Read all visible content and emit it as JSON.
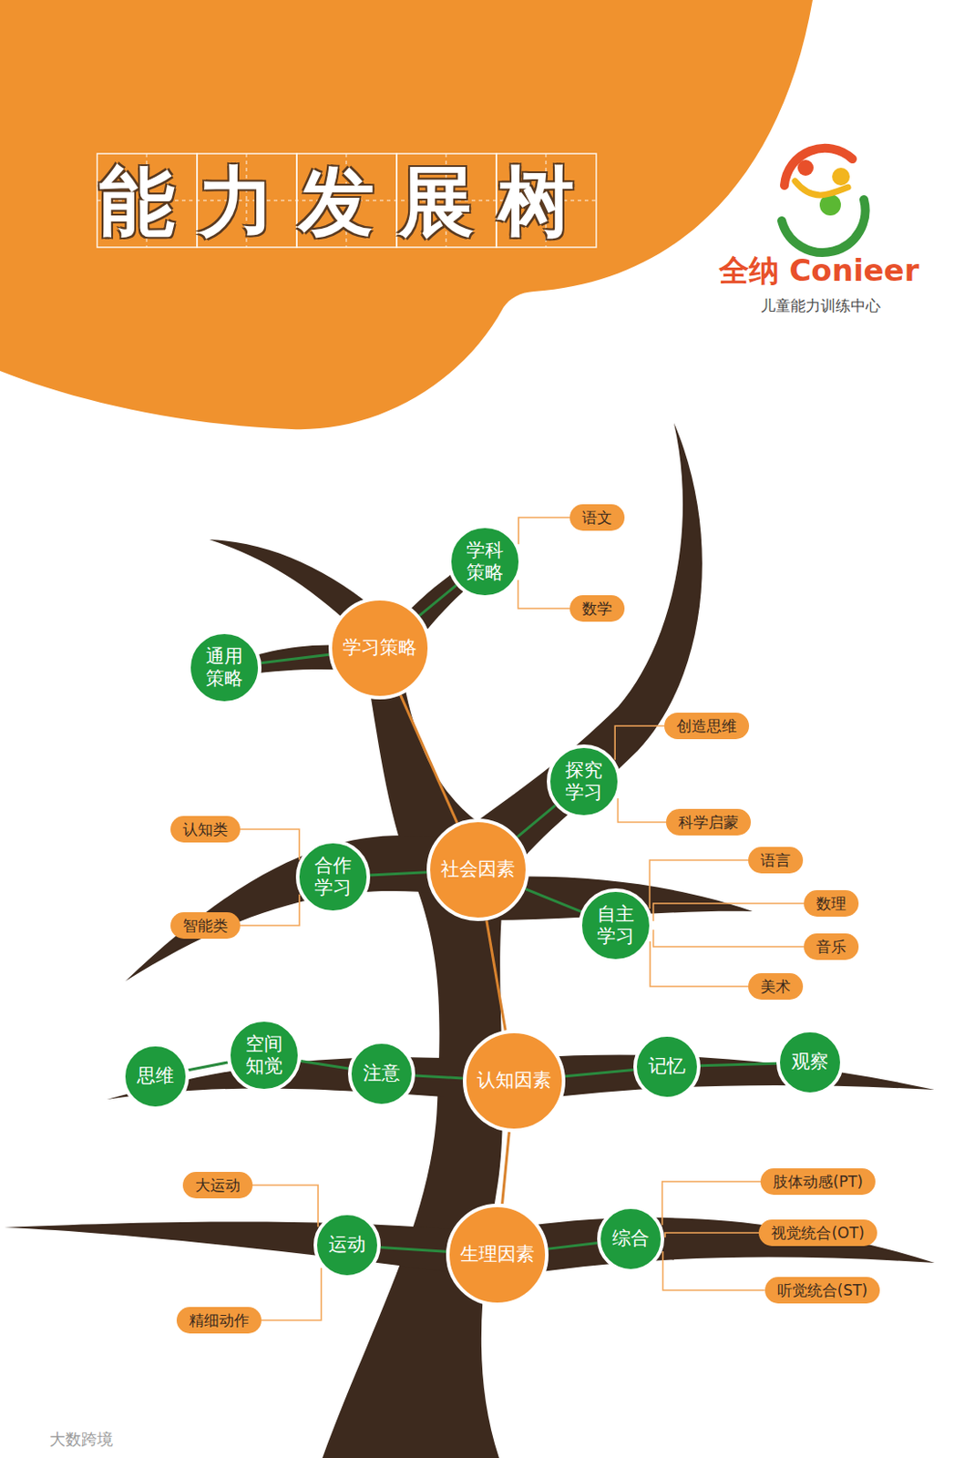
{
  "diagram": {
    "title": "能力发展树",
    "nodes": [
      {
        "text": [
          "学科策略"
        ]
      },
      {
        "text": [
          "语文"
        ]
      },
      {
        "text": [
          "数学"
        ]
      },
      {
        "text": [
          "通用策略"
        ]
      },
      {
        "text": [
          "学习策略"
        ]
      },
      {
        "text": [
          "创造思维"
        ]
      },
      {
        "text": [
          "探究学习"
        ]
      },
      {
        "text": [
          "科学启蒙"
        ]
      },
      {
        "text": [
          "认知类"
        ]
      },
      {
        "text": [
          "合作学习"
        ]
      },
      {
        "text": [
          "社会因素"
        ]
      },
      {
        "text": [
          "智能类"
        ]
      },
      {
        "text": [
          "语言"
        ]
      },
      {
        "text": [
          "自主学习"
        ]
      },
      {
        "text": [
          "数理"
        ]
      },
      {
        "text": [
          "音乐"
        ]
      },
      {
        "text": [
          "美术"
        ]
      },
      {
        "text": [
          "思维"
        ]
      },
      {
        "text": [
          "空间知觉"
        ]
      },
      {
        "text": [
          "注意"
        ]
      },
      {
        "text": [
          "认知因素"
        ]
      },
      {
        "text": [
          "记忆"
        ]
      },
      {
        "text": [
          "观察"
        ]
      },
      {
        "text": [
          "大运动"
        ]
      },
      {
        "text": [
          "肢体动感(PT)"
        ]
      },
      {
        "text": [
          "运动"
        ]
      },
      {
        "text": [
          "生理因素"
        ]
      },
      {
        "text": [
          "综合"
        ]
      },
      {
        "text": [
          "视觉统合(OT)"
        ]
      },
      {
        "text": [
          "精细动作"
        ]
      },
      {
        "text": [
          "听觉统合(ST)"
        ]
      }
    ],
    "edges": [
      {
        "from": 4,
        "to": 3,
        "arrow": "none"
      },
      {
        "from": 4,
        "to": 0,
        "arrow": "none"
      },
      {
        "from": 0,
        "to": 1,
        "arrow": "none"
      },
      {
        "from": 0,
        "to": 2,
        "arrow": "none"
      },
      {
        "from": 4,
        "to": 10,
        "arrow": "none"
      },
      {
        "from": 10,
        "to": 6,
        "arrow": "none"
      },
      {
        "from": 6,
        "to": 5,
        "arrow": "none"
      },
      {
        "from": 6,
        "to": 7,
        "arrow": "none"
      },
      {
        "from": 10,
        "to": 9,
        "arrow": "none"
      },
      {
        "from": 9,
        "to": 8,
        "arrow": "none"
      },
      {
        "from": 9,
        "to": 11,
        "arrow": "none"
      },
      {
        "from": 10,
        "to": 13,
        "arrow": "none"
      },
      {
        "from": 13,
        "to": 12,
        "arrow": "none"
      },
      {
        "from": 13,
        "to": 14,
        "arrow": "none"
      },
      {
        "from": 13,
        "to": 15,
        "arrow": "none"
      },
      {
        "from": 13,
        "to": 16,
        "arrow": "none"
      },
      {
        "from": 10,
        "to": 20,
        "arrow": "none"
      },
      {
        "from": 20,
        "to": 19,
        "arrow": "none"
      },
      {
        "from": 19,
        "to": 18,
        "arrow": "none"
      },
      {
        "from": 18,
        "to": 17,
        "arrow": "none"
      },
      {
        "from": 20,
        "to": 21,
        "arrow": "none"
      },
      {
        "from": 21,
        "to": 22,
        "arrow": "none"
      },
      {
        "from": 20,
        "to": 26,
        "arrow": "none"
      },
      {
        "from": 26,
        "to": 25,
        "arrow": "none"
      },
      {
        "from": 25,
        "to": 23,
        "arrow": "none"
      },
      {
        "from": 25,
        "to": 29,
        "arrow": "none"
      },
      {
        "from": 26,
        "to": 27,
        "arrow": "none"
      },
      {
        "from": 27,
        "to": 24,
        "arrow": "none"
      },
      {
        "from": 27,
        "to": 28,
        "arrow": "none"
      },
      {
        "from": 27,
        "to": 30,
        "arrow": "none"
      }
    ],
    "labels": [
      "全纳 Conieer",
      "儿童能力训练中心",
      "大数跨境"
    ]
  }
}
